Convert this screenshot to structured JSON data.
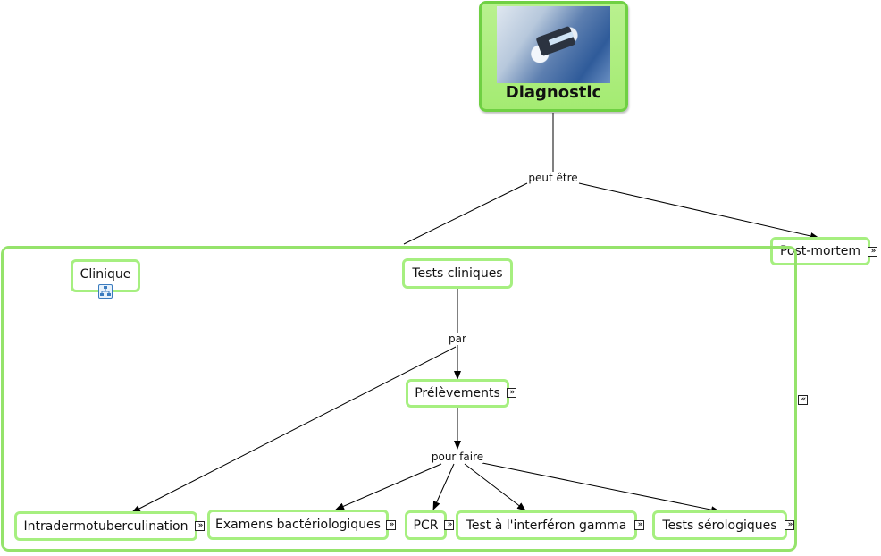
{
  "root": {
    "label": "Diagnostic",
    "image_icon": "microscope-photo"
  },
  "linking_phrases": {
    "peut_etre": "peut être",
    "par": "par",
    "pour_faire": "pour faire"
  },
  "nodes": {
    "post_mortem": "Post-mortem",
    "clinique": "Clinique",
    "tests_cliniques": "Tests cliniques",
    "prelevements": "Prélèvements",
    "intradermo": "Intradermotuberculination",
    "examens_bact": "Examens bactériologiques",
    "pcr": "PCR",
    "interferon": "Test à l'interféron gamma",
    "serologiques": "Tests sérologiques"
  },
  "icons": {
    "expand": "»",
    "collapse": "«",
    "submap": "concept-map-icon"
  },
  "colors": {
    "node_border": "#a6ef80",
    "root_fill": "#a4eb72",
    "group_border": "#95e36b"
  }
}
